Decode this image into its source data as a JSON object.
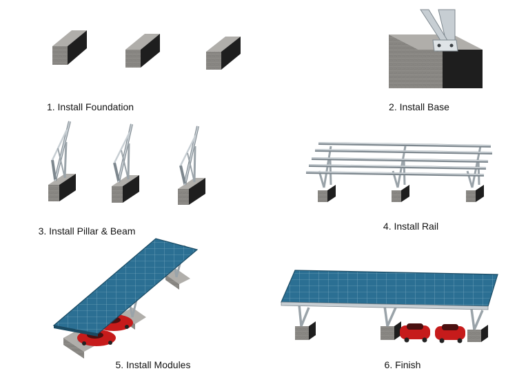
{
  "steps": [
    {
      "label": "1. Install Foundation"
    },
    {
      "label": "2. Install Base"
    },
    {
      "label": "3. Install Pillar & Beam"
    },
    {
      "label": "4. Install Rail"
    },
    {
      "label": "5. Install Modules"
    },
    {
      "label": "6. Finish"
    }
  ],
  "colors": {
    "concrete_front": "#8c8a86",
    "concrete_top": "#b0aeaa",
    "concrete_side": "#1e1e1e",
    "steel": "#c7ced3",
    "steel_dark": "#7d878e",
    "panel": "#2b6f93",
    "panel_grid": "#8fb8cc",
    "car_red": "#c61b1b"
  }
}
